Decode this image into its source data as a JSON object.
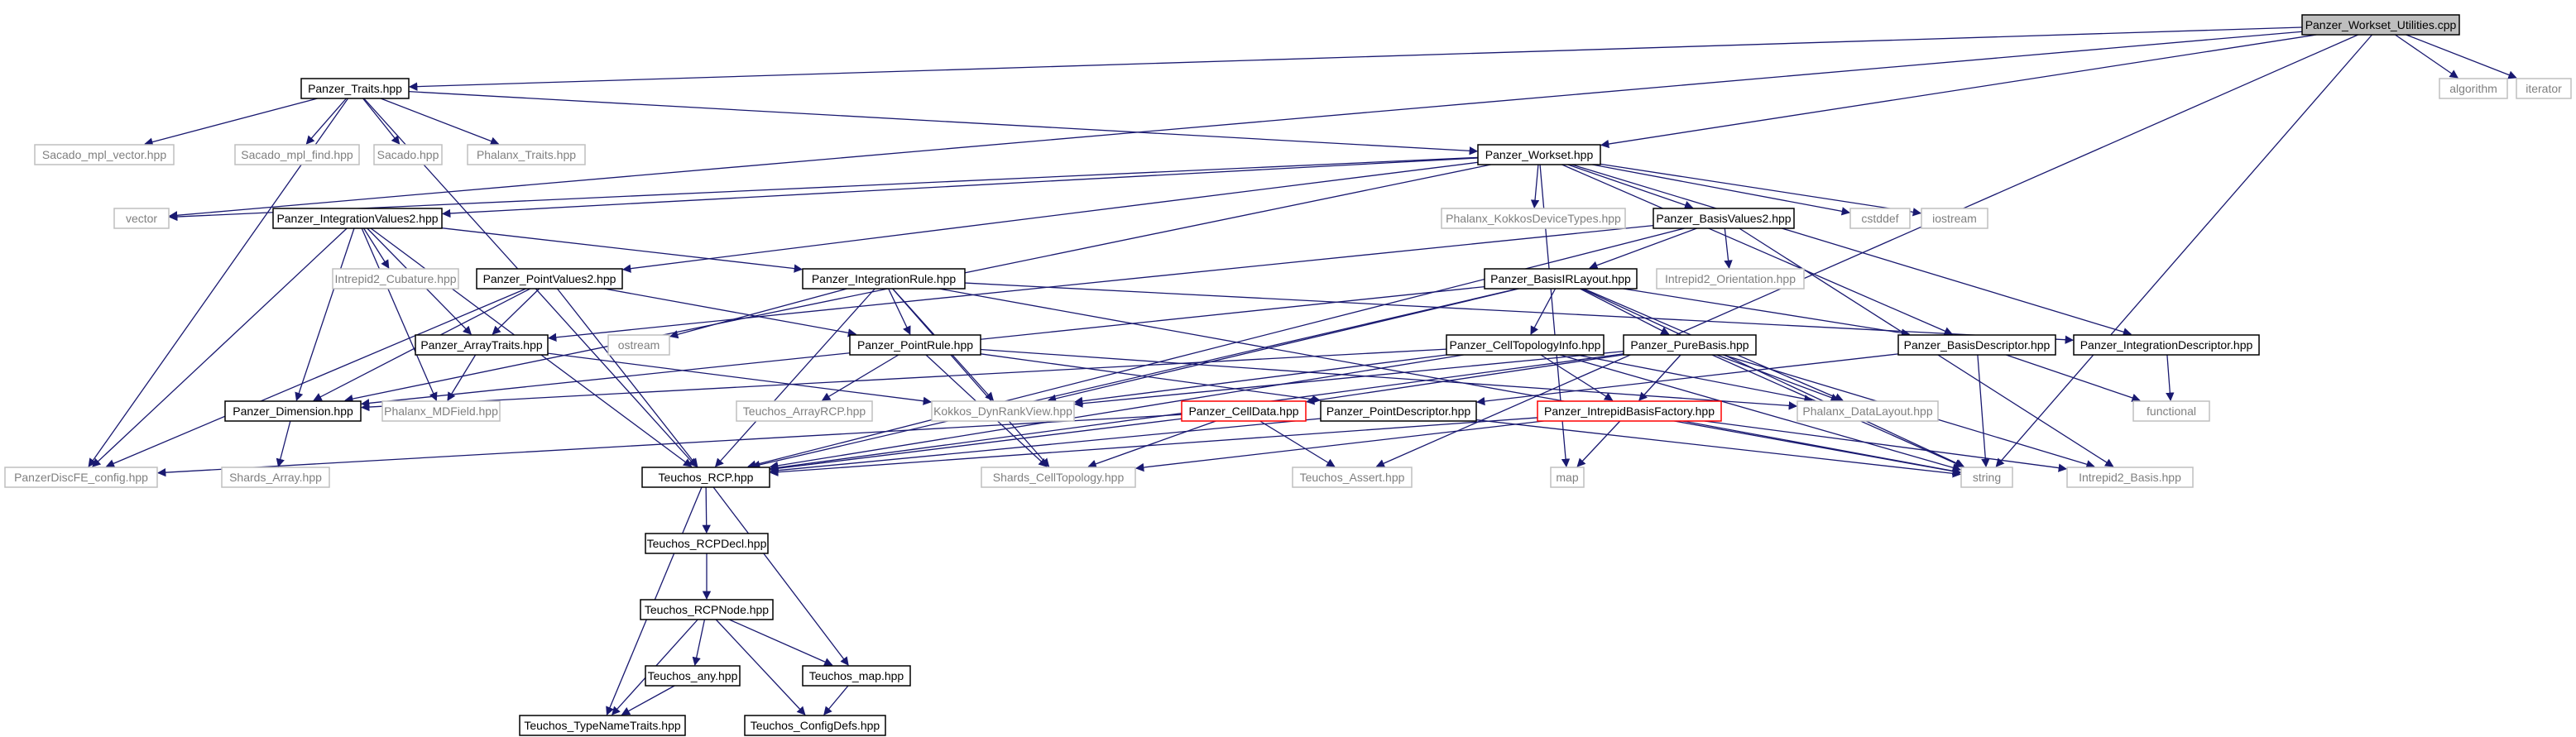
{
  "diagram": {
    "nodes": [
      {
        "id": "workset_utilities",
        "label": "Panzer_Workset_Utilities.cpp",
        "kind": "root"
      },
      {
        "id": "traits",
        "label": "Panzer_Traits.hpp",
        "kind": "file"
      },
      {
        "id": "workset",
        "label": "Panzer_Workset.hpp",
        "kind": "file"
      },
      {
        "id": "algorithm",
        "label": "algorithm",
        "kind": "external"
      },
      {
        "id": "iterator",
        "label": "iterator",
        "kind": "external"
      },
      {
        "id": "sacado_vector",
        "label": "Sacado_mpl_vector.hpp",
        "kind": "external"
      },
      {
        "id": "sacado_find",
        "label": "Sacado_mpl_find.hpp",
        "kind": "external"
      },
      {
        "id": "sacado",
        "label": "Sacado.hpp",
        "kind": "external"
      },
      {
        "id": "phalanx_traits",
        "label": "Phalanx_Traits.hpp",
        "kind": "external"
      },
      {
        "id": "vector",
        "label": "vector",
        "kind": "external"
      },
      {
        "id": "integration_values2",
        "label": "Panzer_IntegrationValues2.hpp",
        "kind": "file"
      },
      {
        "id": "kokkos_device_types",
        "label": "Phalanx_KokkosDeviceTypes.hpp",
        "kind": "external"
      },
      {
        "id": "basis_values2",
        "label": "Panzer_BasisValues2.hpp",
        "kind": "file"
      },
      {
        "id": "cstddef",
        "label": "cstddef",
        "kind": "external"
      },
      {
        "id": "iostream",
        "label": "iostream",
        "kind": "external"
      },
      {
        "id": "intrepid_cubature",
        "label": "Intrepid2_Cubature.hpp",
        "kind": "external"
      },
      {
        "id": "point_values2",
        "label": "Panzer_PointValues2.hpp",
        "kind": "file"
      },
      {
        "id": "integration_rule",
        "label": "Panzer_IntegrationRule.hpp",
        "kind": "file"
      },
      {
        "id": "basis_ir_layout",
        "label": "Panzer_BasisIRLayout.hpp",
        "kind": "file"
      },
      {
        "id": "intrepid_orientation",
        "label": "Intrepid2_Orientation.hpp",
        "kind": "external"
      },
      {
        "id": "ostream",
        "label": "ostream",
        "kind": "external"
      },
      {
        "id": "array_traits",
        "label": "Panzer_ArrayTraits.hpp",
        "kind": "file"
      },
      {
        "id": "point_rule",
        "label": "Panzer_PointRule.hpp",
        "kind": "file"
      },
      {
        "id": "cell_topology_info",
        "label": "Panzer_CellTopologyInfo.hpp",
        "kind": "file"
      },
      {
        "id": "pure_basis",
        "label": "Panzer_PureBasis.hpp",
        "kind": "file"
      },
      {
        "id": "basis_descriptor",
        "label": "Panzer_BasisDescriptor.hpp",
        "kind": "file"
      },
      {
        "id": "integration_descriptor",
        "label": "Panzer_IntegrationDescriptor.hpp",
        "kind": "file"
      },
      {
        "id": "dimension",
        "label": "Panzer_Dimension.hpp",
        "kind": "file"
      },
      {
        "id": "phalanx_mdfield",
        "label": "Phalanx_MDField.hpp",
        "kind": "external"
      },
      {
        "id": "teuchos_arrayrcp",
        "label": "Teuchos_ArrayRCP.hpp",
        "kind": "external"
      },
      {
        "id": "kokkos_dynrankview",
        "label": "Kokkos_DynRankView.hpp",
        "kind": "external"
      },
      {
        "id": "cell_data",
        "label": "Panzer_CellData.hpp",
        "kind": "truncated"
      },
      {
        "id": "point_descriptor",
        "label": "Panzer_PointDescriptor.hpp",
        "kind": "file"
      },
      {
        "id": "intrepid_basis_factory",
        "label": "Panzer_IntrepidBasisFactory.hpp",
        "kind": "truncated"
      },
      {
        "id": "phalanx_datalayout",
        "label": "Phalanx_DataLayout.hpp",
        "kind": "external"
      },
      {
        "id": "functional",
        "label": "functional",
        "kind": "external"
      },
      {
        "id": "panzer_discfe_config",
        "label": "PanzerDiscFE_config.hpp",
        "kind": "external"
      },
      {
        "id": "shards_array",
        "label": "Shards_Array.hpp",
        "kind": "external"
      },
      {
        "id": "teuchos_rcp",
        "label": "Teuchos_RCP.hpp",
        "kind": "file"
      },
      {
        "id": "shards_celltopology",
        "label": "Shards_CellTopology.hpp",
        "kind": "external"
      },
      {
        "id": "teuchos_assert",
        "label": "Teuchos_Assert.hpp",
        "kind": "external"
      },
      {
        "id": "map",
        "label": "map",
        "kind": "external"
      },
      {
        "id": "string",
        "label": "string",
        "kind": "external"
      },
      {
        "id": "intrepid_basis",
        "label": "Intrepid2_Basis.hpp",
        "kind": "external"
      },
      {
        "id": "teuchos_rcpdecl",
        "label": "Teuchos_RCPDecl.hpp",
        "kind": "file"
      },
      {
        "id": "teuchos_rcpnode",
        "label": "Teuchos_RCPNode.hpp",
        "kind": "file"
      },
      {
        "id": "teuchos_any",
        "label": "Teuchos_any.hpp",
        "kind": "file"
      },
      {
        "id": "teuchos_map",
        "label": "Teuchos_map.hpp",
        "kind": "file"
      },
      {
        "id": "teuchos_typenametraits",
        "label": "Teuchos_TypeNameTraits.hpp",
        "kind": "file"
      },
      {
        "id": "teuchos_configdefs",
        "label": "Teuchos_ConfigDefs.hpp",
        "kind": "file"
      }
    ],
    "edges": [
      [
        "workset_utilities",
        "traits"
      ],
      [
        "workset_utilities",
        "workset"
      ],
      [
        "workset_utilities",
        "vector"
      ],
      [
        "workset_utilities",
        "algorithm"
      ],
      [
        "workset_utilities",
        "iterator"
      ],
      [
        "workset_utilities",
        "teuchos_assert"
      ],
      [
        "workset_utilities",
        "string"
      ],
      [
        "traits",
        "sacado_vector"
      ],
      [
        "traits",
        "sacado_find"
      ],
      [
        "traits",
        "sacado"
      ],
      [
        "traits",
        "phalanx_traits"
      ],
      [
        "traits",
        "panzer_discfe_config"
      ],
      [
        "traits",
        "teuchos_rcp"
      ],
      [
        "traits",
        "workset"
      ],
      [
        "workset",
        "vector"
      ],
      [
        "workset",
        "integration_values2"
      ],
      [
        "workset",
        "kokkos_device_types"
      ],
      [
        "workset",
        "basis_values2"
      ],
      [
        "workset",
        "cstddef"
      ],
      [
        "workset",
        "iostream"
      ],
      [
        "workset",
        "dimension"
      ],
      [
        "workset",
        "point_values2"
      ],
      [
        "workset",
        "basis_descriptor"
      ],
      [
        "workset",
        "integration_descriptor"
      ],
      [
        "workset",
        "map"
      ],
      [
        "integration_values2",
        "intrepid_cubature"
      ],
      [
        "integration_values2",
        "integration_rule"
      ],
      [
        "integration_values2",
        "array_traits"
      ],
      [
        "integration_values2",
        "dimension"
      ],
      [
        "integration_values2",
        "phalanx_mdfield"
      ],
      [
        "integration_values2",
        "panzer_discfe_config"
      ],
      [
        "integration_values2",
        "teuchos_rcp"
      ],
      [
        "basis_values2",
        "basis_ir_layout"
      ],
      [
        "basis_values2",
        "intrepid_orientation"
      ],
      [
        "basis_values2",
        "array_traits"
      ],
      [
        "basis_values2",
        "intrepid_basis"
      ],
      [
        "basis_values2",
        "teuchos_rcp"
      ],
      [
        "point_values2",
        "array_traits"
      ],
      [
        "point_values2",
        "point_rule"
      ],
      [
        "point_values2",
        "dimension"
      ],
      [
        "point_values2",
        "panzer_discfe_config"
      ],
      [
        "point_values2",
        "teuchos_rcp"
      ],
      [
        "integration_rule",
        "ostream"
      ],
      [
        "integration_rule",
        "point_rule"
      ],
      [
        "integration_rule",
        "kokkos_dynrankview"
      ],
      [
        "integration_rule",
        "teuchos_rcp"
      ],
      [
        "integration_rule",
        "integration_descriptor"
      ],
      [
        "integration_rule",
        "shards_celltopology"
      ],
      [
        "integration_rule",
        "string"
      ],
      [
        "basis_ir_layout",
        "cell_topology_info"
      ],
      [
        "basis_ir_layout",
        "pure_basis"
      ],
      [
        "basis_ir_layout",
        "basis_descriptor"
      ],
      [
        "basis_ir_layout",
        "phalanx_datalayout"
      ],
      [
        "basis_ir_layout",
        "kokkos_dynrankview"
      ],
      [
        "basis_ir_layout",
        "dimension"
      ],
      [
        "basis_ir_layout",
        "teuchos_rcp"
      ],
      [
        "basis_ir_layout",
        "string"
      ],
      [
        "array_traits",
        "phalanx_mdfield"
      ],
      [
        "array_traits",
        "kokkos_dynrankview"
      ],
      [
        "point_rule",
        "teuchos_arrayrcp"
      ],
      [
        "point_rule",
        "point_descriptor"
      ],
      [
        "point_rule",
        "shards_celltopology"
      ],
      [
        "point_rule",
        "phalanx_datalayout"
      ],
      [
        "cell_topology_info",
        "intrepid_basis_factory"
      ],
      [
        "cell_topology_info",
        "kokkos_dynrankview"
      ],
      [
        "cell_topology_info",
        "phalanx_datalayout"
      ],
      [
        "cell_topology_info",
        "dimension"
      ],
      [
        "cell_topology_info",
        "teuchos_rcp"
      ],
      [
        "cell_topology_info",
        "string"
      ],
      [
        "pure_basis",
        "cell_data"
      ],
      [
        "pure_basis",
        "intrepid_basis_factory"
      ],
      [
        "pure_basis",
        "phalanx_datalayout"
      ],
      [
        "pure_basis",
        "kokkos_dynrankview"
      ],
      [
        "pure_basis",
        "string"
      ],
      [
        "pure_basis",
        "intrepid_basis"
      ],
      [
        "pure_basis",
        "teuchos_rcp"
      ],
      [
        "basis_descriptor",
        "functional"
      ],
      [
        "basis_descriptor",
        "point_descriptor"
      ],
      [
        "basis_descriptor",
        "string"
      ],
      [
        "integration_descriptor",
        "functional"
      ],
      [
        "dimension",
        "shards_array"
      ],
      [
        "cell_data",
        "teuchos_rcp"
      ],
      [
        "cell_data",
        "shards_celltopology"
      ],
      [
        "cell_data",
        "teuchos_assert"
      ],
      [
        "cell_data",
        "panzer_discfe_config"
      ],
      [
        "point_descriptor",
        "string"
      ],
      [
        "point_descriptor",
        "teuchos_rcp"
      ],
      [
        "intrepid_basis_factory",
        "teuchos_rcp"
      ],
      [
        "intrepid_basis_factory",
        "map"
      ],
      [
        "intrepid_basis_factory",
        "string"
      ],
      [
        "intrepid_basis_factory",
        "intrepid_basis"
      ],
      [
        "intrepid_basis_factory",
        "shards_celltopology"
      ],
      [
        "teuchos_rcp",
        "teuchos_rcpdecl"
      ],
      [
        "teuchos_rcp",
        "teuchos_map"
      ],
      [
        "teuchos_rcp",
        "teuchos_typenametraits"
      ],
      [
        "teuchos_rcpdecl",
        "teuchos_rcpnode"
      ],
      [
        "teuchos_rcpnode",
        "teuchos_any"
      ],
      [
        "teuchos_rcpnode",
        "teuchos_map"
      ],
      [
        "teuchos_rcpnode",
        "teuchos_typenametraits"
      ],
      [
        "teuchos_rcpnode",
        "teuchos_configdefs"
      ],
      [
        "teuchos_any",
        "teuchos_typenametraits"
      ],
      [
        "teuchos_map",
        "teuchos_configdefs"
      ]
    ]
  },
  "colors": {
    "edge": "#191970",
    "file_border": "#000000",
    "external_border": "#bfbfbf",
    "external_text": "#7f7f7f",
    "truncated_border": "#ff0000",
    "root_fill": "#bfbfbf",
    "node_fill": "#ffffff",
    "text": "#000000"
  }
}
